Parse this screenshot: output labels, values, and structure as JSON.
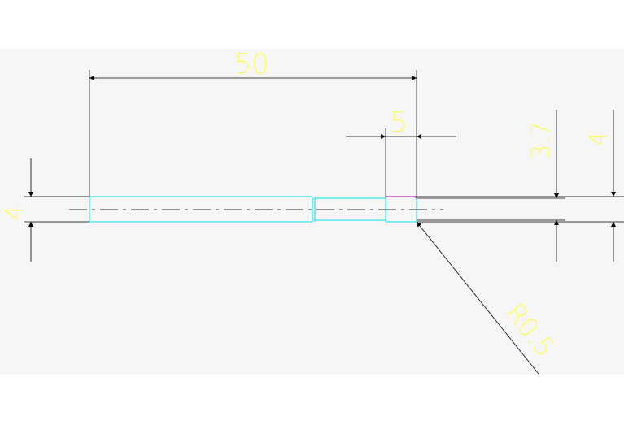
{
  "drawing": {
    "dims": {
      "overall_length": "50",
      "tip_length": "5",
      "tip_diameter": "3.7",
      "diameter_right": "4",
      "diameter_left": "4",
      "radius": "R0.5"
    }
  },
  "colors": {
    "background": "#f6f6f6",
    "dimension_line": "#000000",
    "dimension_text": "#ffff66",
    "part_outline": "#00e5ee",
    "chamfer": "#b000b0"
  }
}
